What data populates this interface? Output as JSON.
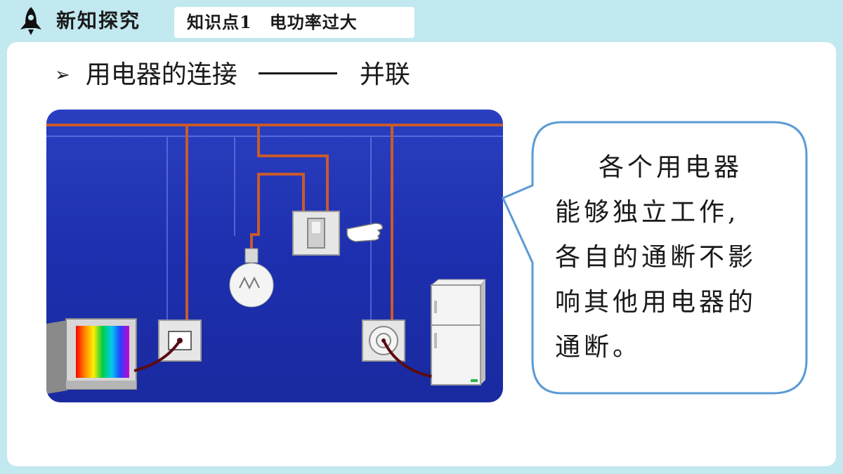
{
  "header": {
    "section_title": "新知探究",
    "topic": "知识点1　电功率过大"
  },
  "heading": {
    "label": "用电器的连接",
    "tail": "并联"
  },
  "bubble": {
    "lines": [
      "各个用电器",
      "能够独立工作,",
      "各自的通断不影",
      "响其他用电器的",
      "通断。"
    ]
  },
  "colors": {
    "background": "#c2e8f0",
    "wire": "#c95a2c",
    "panel": "#1e2fae"
  }
}
